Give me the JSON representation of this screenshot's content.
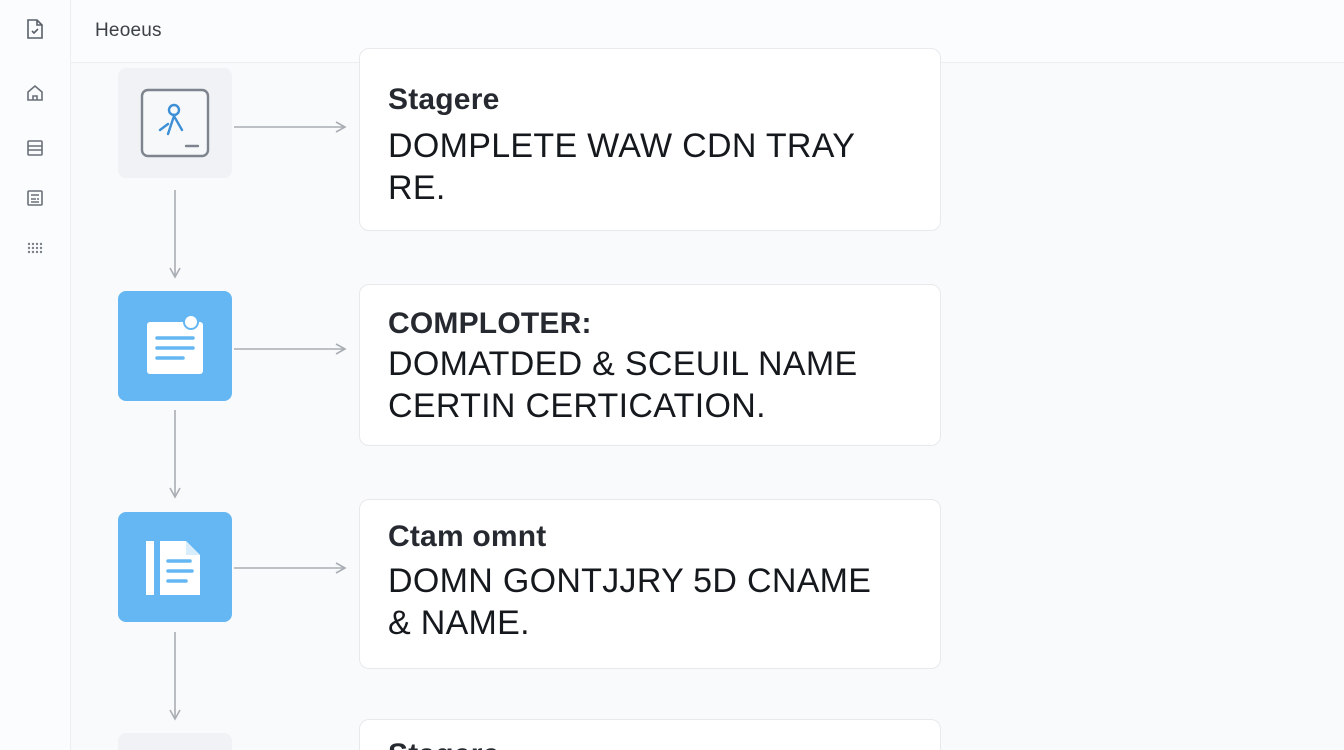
{
  "header": {
    "title": "Heoeus"
  },
  "rail": {
    "icons": [
      "document-icon",
      "home-icon",
      "list-icon",
      "form-icon",
      "grid-dots-icon"
    ]
  },
  "steps": [
    {
      "icon": "person-card-icon",
      "title": "Stagere",
      "body_line1": "DOMPLETE WAW CDN TRAY",
      "body_line2": "RE."
    },
    {
      "icon": "document-lines-icon",
      "title": "COMPLOTER:",
      "body_line1": "DOMATDED & SCEUIL NAME",
      "body_line2": "CERTIN CERTICATION."
    },
    {
      "icon": "file-document-icon",
      "title": "Ctam omnt",
      "body_line1": "DOMN GONTJJRY 5D CNAME",
      "body_line2": "& NAME."
    },
    {
      "icon": "partial-step-icon",
      "title": "Stagere",
      "body_line1": "",
      "body_line2": ""
    }
  ],
  "colors": {
    "accent": "#64b7f2",
    "connector": "#a9aeb5",
    "card_border": "#e7e9ec"
  }
}
